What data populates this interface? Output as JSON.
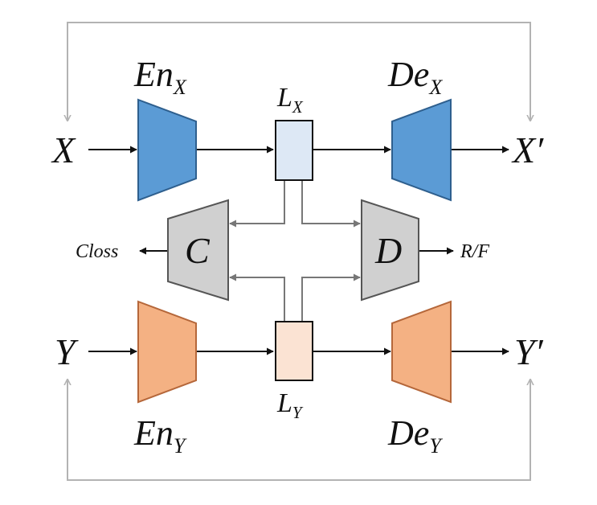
{
  "labels": {
    "input_x": "X",
    "input_y": "Y",
    "output_x": "X′",
    "output_y": "Y′",
    "enc_x_main": "En",
    "enc_x_sub": "X",
    "enc_y_main": "En",
    "enc_y_sub": "Y",
    "dec_x_main": "De",
    "dec_x_sub": "X",
    "dec_y_main": "De",
    "dec_y_sub": "Y",
    "lat_x_main": "L",
    "lat_x_sub": "X",
    "lat_y_main": "L",
    "lat_y_sub": "Y",
    "classifier": "C",
    "discriminator": "D",
    "classifier_output": "Closs",
    "discriminator_output": "R/F"
  },
  "colors": {
    "blue_fill": "#5b9bd5",
    "blue_stroke": "#2e5f8e",
    "blue_latent": "#dde8f5",
    "orange_fill": "#f4b183",
    "orange_stroke": "#b5673a",
    "orange_latent": "#fbe3d3",
    "gray_fill": "#d0d0d0",
    "gray_stroke": "#555555",
    "arrow_black": "#111111",
    "arrow_gray": "#777777",
    "loop_gray": "#b3b3b3"
  }
}
